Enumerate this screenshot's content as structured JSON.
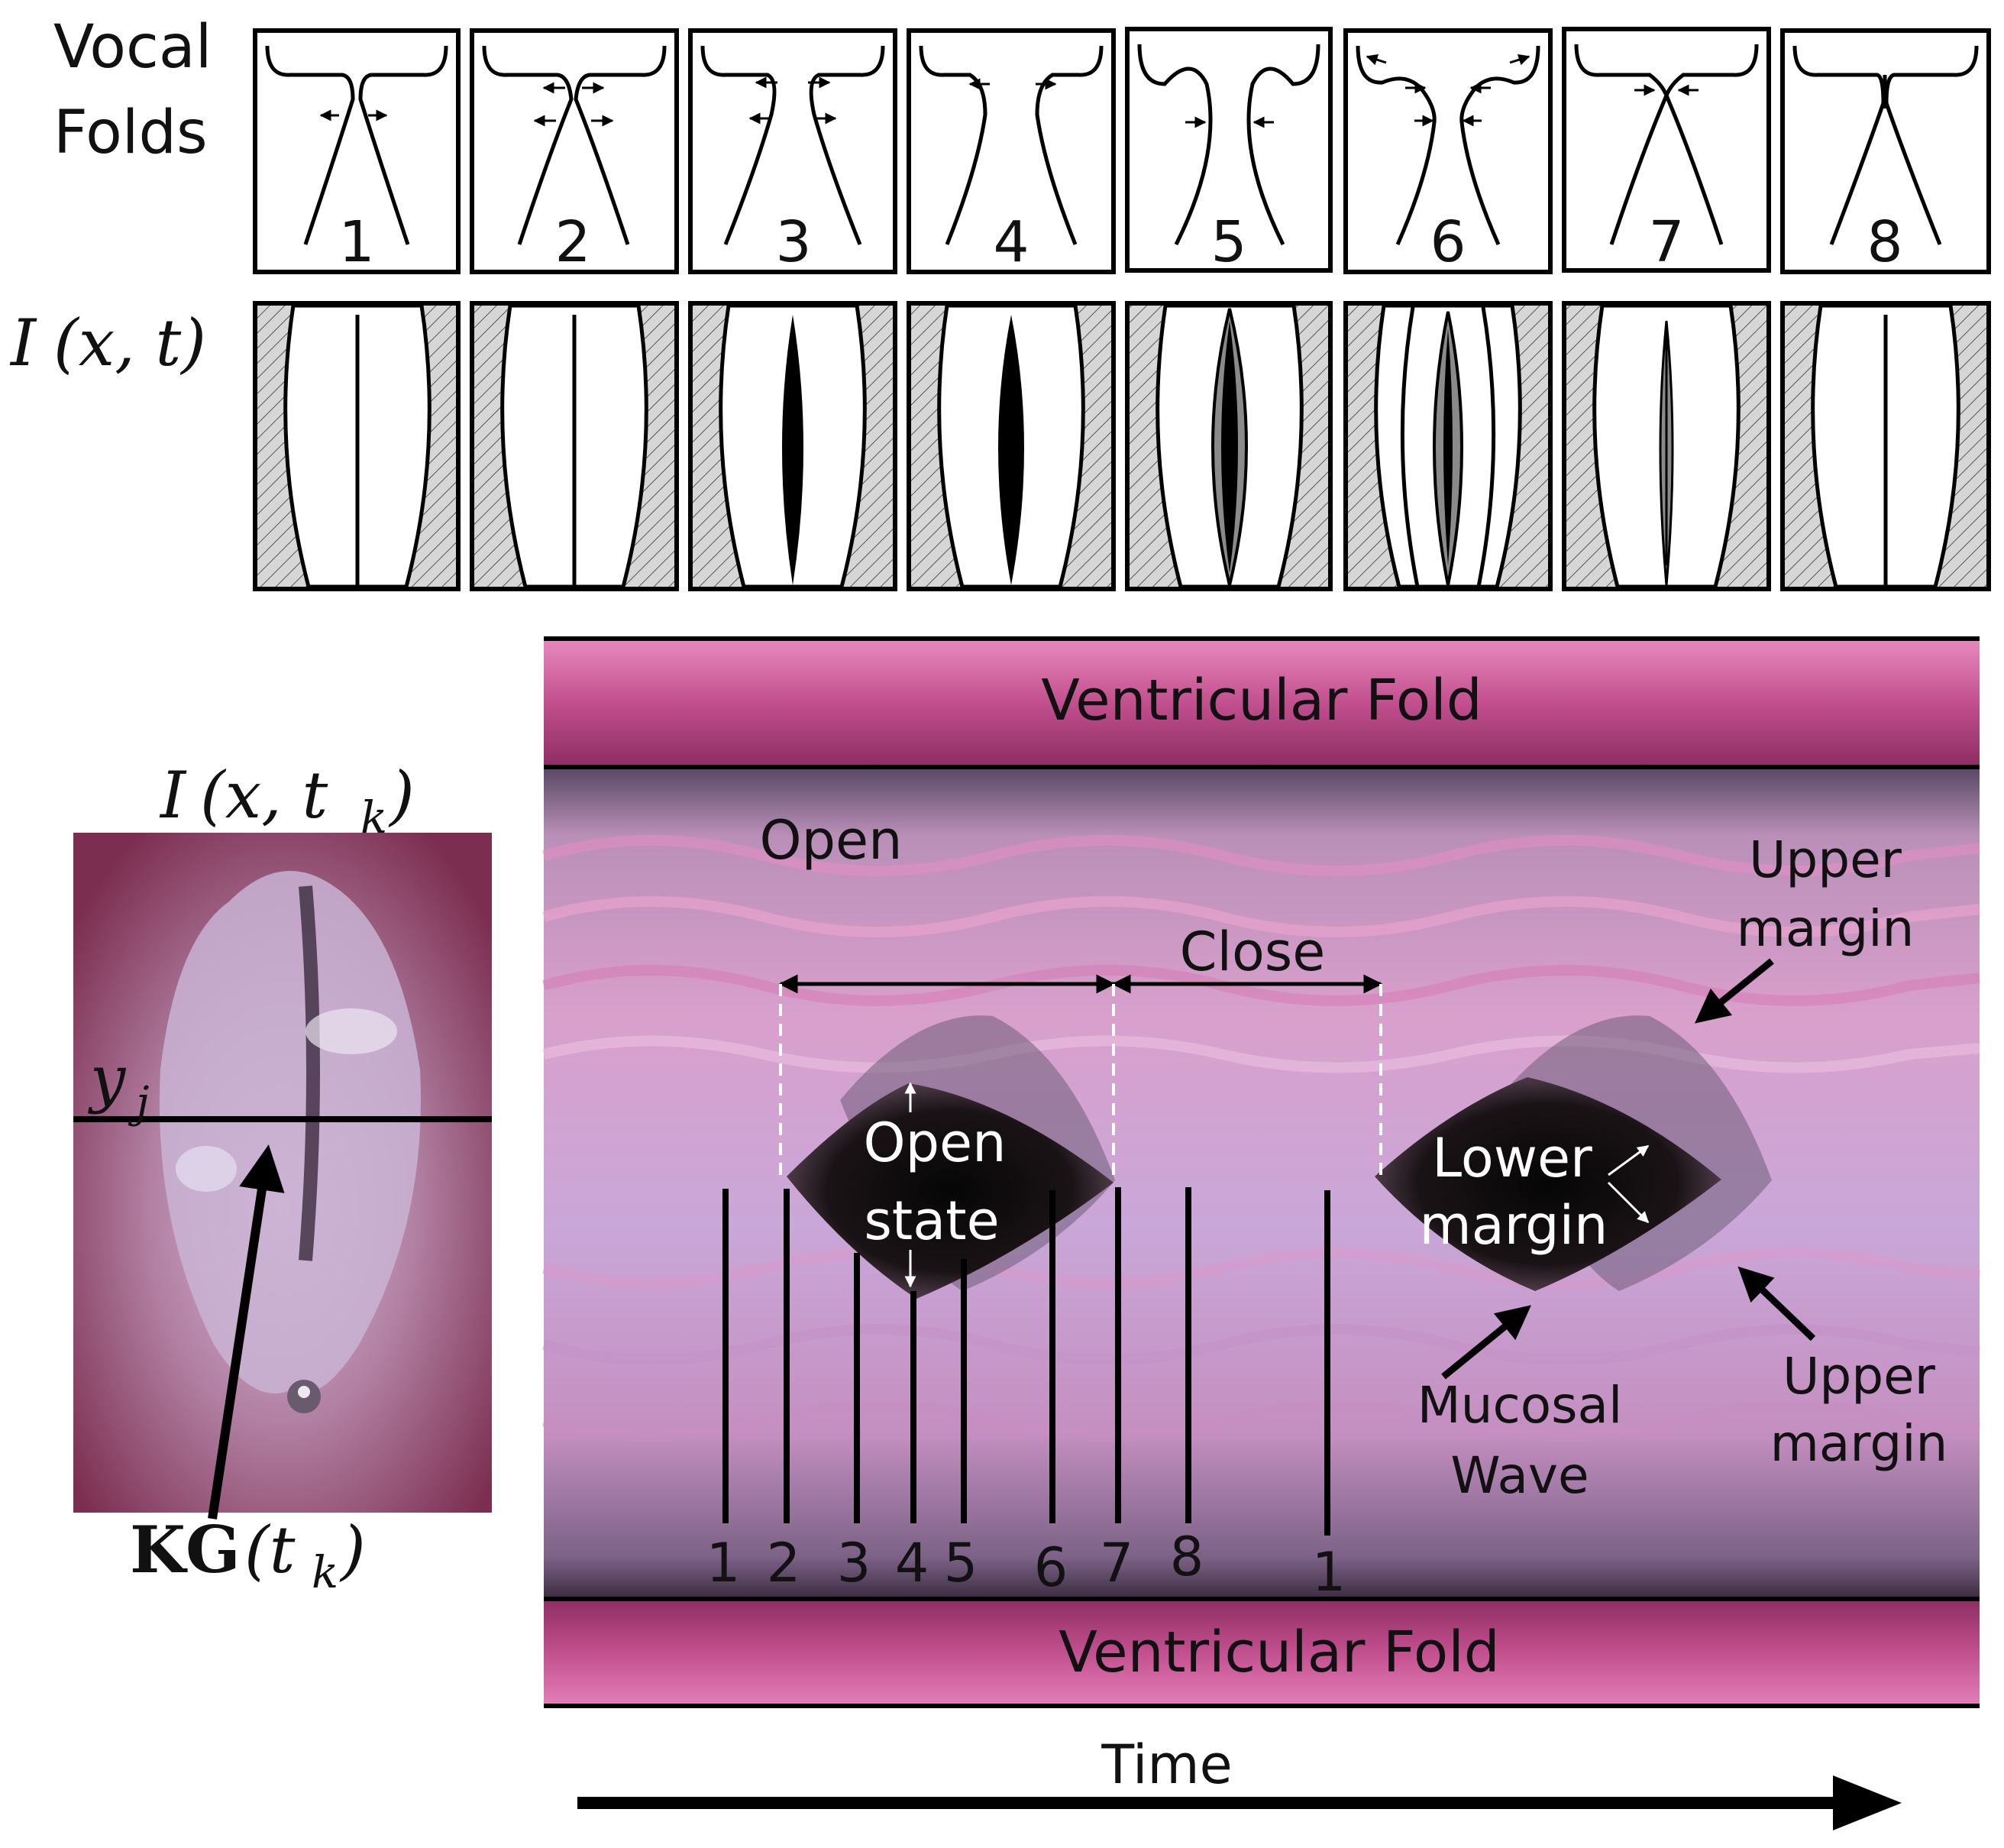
{
  "labels": {
    "vocal_folds_line1": "Vocal",
    "vocal_folds_line2": "Folds",
    "intensity_prefix": "I",
    "intensity_args": "(x, t)",
    "frame_prefix": "I",
    "frame_args": "(x, t",
    "frame_sub": "k",
    "frame_close": ")",
    "row_label": "y",
    "row_sub": "j",
    "kg_bold": "KG",
    "kg_args": "(t",
    "kg_sub": "k",
    "kg_close": ")",
    "ventricular_top": "Ventricular Fold",
    "ventricular_bottom": "Ventricular Fold",
    "open": "Open",
    "close": "Close",
    "open_state_1": "Open",
    "open_state_2": "state",
    "lower_margin_1": "Lower",
    "lower_margin_2": "margin",
    "upper_margin_top_1": "Upper",
    "upper_margin_top_2": "margin",
    "upper_margin_bottom_1": "Upper",
    "upper_margin_bottom_2": "margin",
    "mucosal_1": "Mucosal",
    "mucosal_2": "Wave",
    "time": "Time"
  },
  "phase_numbers": [
    "1",
    "2",
    "3",
    "4",
    "5",
    "6",
    "7",
    "8"
  ],
  "kymogram_markers": [
    "1",
    "2",
    "3",
    "4",
    "5",
    "6",
    "7",
    "8",
    "1"
  ],
  "colors": {
    "ventricular_fold": "#c2508e",
    "tissue_grey": "#d6d6d6",
    "glottis_black": "#000000",
    "mucosa_grey": "#8a8a8a"
  }
}
